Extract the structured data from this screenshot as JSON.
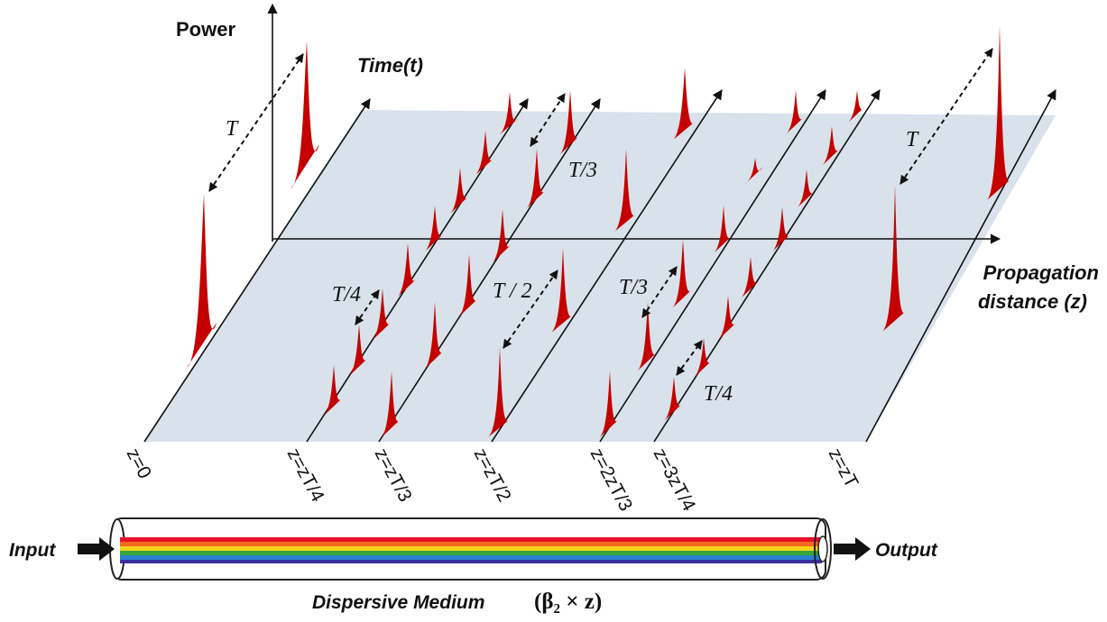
{
  "axes": {
    "power": "Power",
    "time": "Time(t)",
    "propagation_line1": "Propagation",
    "propagation_line2": "distance (z)"
  },
  "period_labels": {
    "z0_T": "T",
    "z14_T4": "T/4",
    "z13_T3": "T/3",
    "z12_T2": "T / 2",
    "z23_T3": "T/3",
    "z34_T4": "T/4",
    "zT_T": "T"
  },
  "positions": {
    "z0": "z=0",
    "z14": "z=zT/4",
    "z13": "z=zT/3",
    "z12": "z=zT/2",
    "z23": "z=2zT/3",
    "z34": "z=3zT/4",
    "zT": "z=zT"
  },
  "fiber": {
    "input": "Input",
    "output": "Output",
    "medium": "Dispersive Medium",
    "formula": "(β₂ × z)"
  },
  "colors": {
    "plane": "#d9e2ea",
    "pulse": "#c40000",
    "rainbow": [
      "#e8102a",
      "#f26a1b",
      "#f7d21c",
      "#3aa53a",
      "#2a7fd0",
      "#3b2fa0"
    ]
  }
}
